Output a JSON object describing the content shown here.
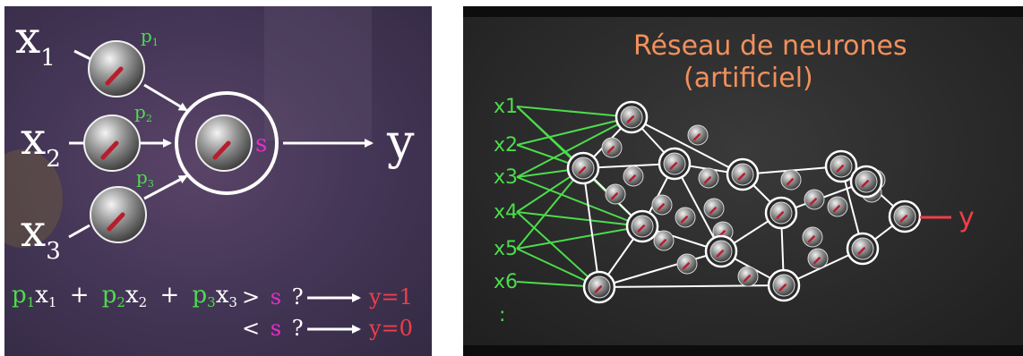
{
  "colors": {
    "green": "#4cdc4c",
    "magenta": "#e030c8",
    "red": "#ee3f4a",
    "white": "#ffffff",
    "title_orange": "#f2905c",
    "pointer": "#b81d2c"
  },
  "perceptron": {
    "inputs": [
      {
        "var": "x",
        "sub": "1"
      },
      {
        "var": "x",
        "sub": "2"
      },
      {
        "var": "x",
        "sub": "3"
      }
    ],
    "weights": [
      {
        "var": "p",
        "sub": "1"
      },
      {
        "var": "p",
        "sub": "2"
      },
      {
        "var": "p",
        "sub": "3"
      }
    ],
    "threshold": "s",
    "output": "y",
    "formula": {
      "terms": [
        {
          "p": "p",
          "p_sub": "1",
          "x": "x",
          "x_sub": "1"
        },
        {
          "p": "p",
          "p_sub": "2",
          "x": "x",
          "x_sub": "2"
        },
        {
          "p": "p",
          "p_sub": "3",
          "x": "x",
          "x_sub": "3"
        }
      ],
      "plus": "+",
      "rules": [
        {
          "op": ">",
          "s": "s",
          "q": "?",
          "result": "y=1"
        },
        {
          "op": "<",
          "s": "s",
          "q": "?",
          "result": "y=0"
        }
      ]
    }
  },
  "network": {
    "title_line1": "Réseau de neurones",
    "title_line2": "(artificiel)",
    "inputs": [
      "x1",
      "x2",
      "x3",
      "x4",
      "x5",
      "x6"
    ],
    "inputs_more": ":",
    "output": "y"
  }
}
